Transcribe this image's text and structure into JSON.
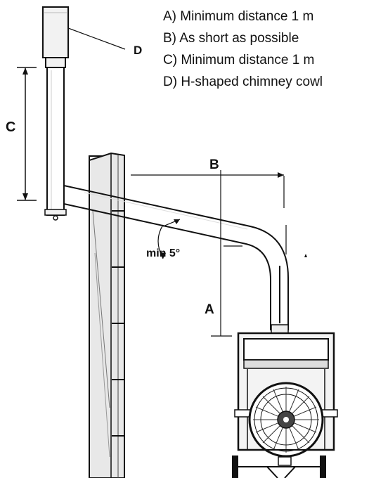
{
  "legend": {
    "items": [
      "A) Minimum distance 1 m",
      "B) As short as possible",
      "C) Minimum distance 1 m",
      "D) H-shaped chimney cowl"
    ]
  },
  "labels": {
    "a": "A",
    "b": "B",
    "c": "C",
    "d": "D",
    "angle": "min 5°"
  }
}
